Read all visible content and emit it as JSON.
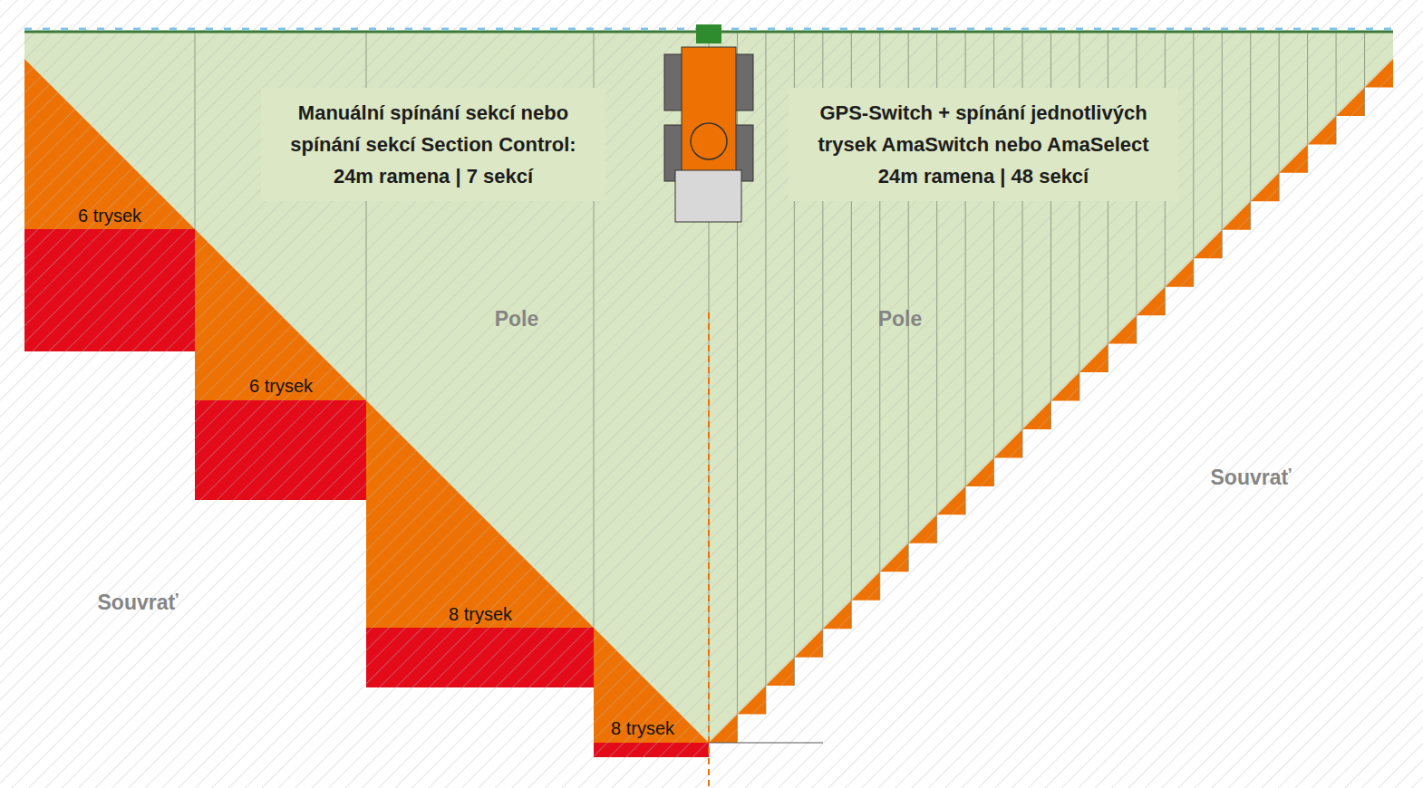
{
  "diagram": {
    "nodes": [
      {
        "text": [
          "Manuální spínání sekcí nebo spínání sekcí Section Control: 24m ramena  | 7 sekcí"
        ]
      },
      {
        "text": [
          "GPS-Switch + spínání jednotlivých trysek AmaSwitch nebo AmaSelect 24m ramena  | 48 sekcí"
        ]
      }
    ],
    "labels": [
      "6 trysek",
      "6 trysek",
      "8 trysek",
      "8 trysek",
      "Pole",
      "Pole",
      "Souvrať",
      "Souvrať"
    ]
  }
}
